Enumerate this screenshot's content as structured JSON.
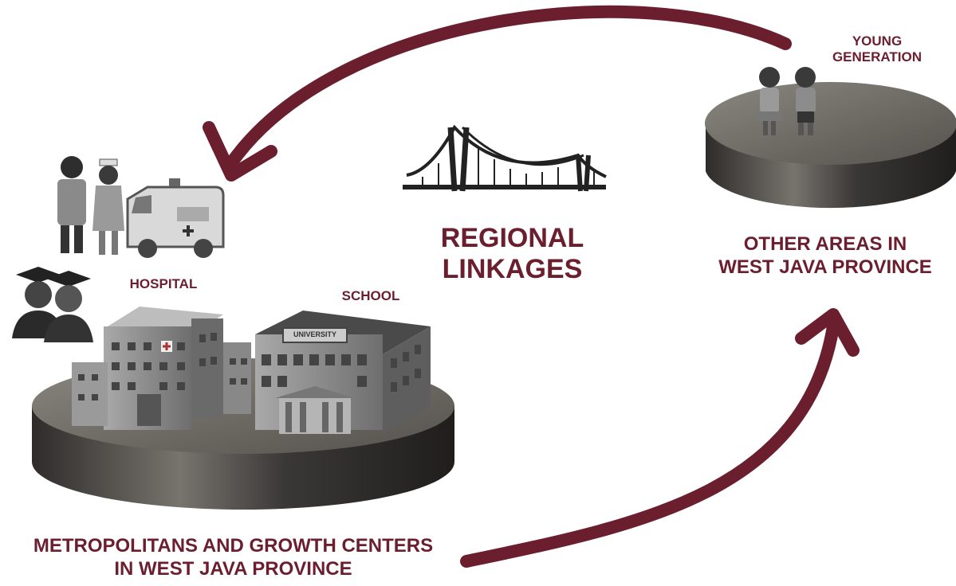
{
  "labels": {
    "young_generation_line1": "YOUNG",
    "young_generation_line2": "GENERATION",
    "other_areas_line1": "OTHER AREAS IN",
    "other_areas_line2": "WEST JAVA PROVINCE",
    "regional_linkages_line1": "REGIONAL",
    "regional_linkages_line2": "LINKAGES",
    "hospital": "HOSPITAL",
    "school": "SCHOOL",
    "metro_line1": "METROPOLITANS AND GROWTH CENTERS",
    "metro_line2": "IN WEST JAVA PROVINCE",
    "university_sign": "UNIVERSITY"
  },
  "colors": {
    "accent": "#6b1e2e",
    "platform_top": "#6f6c66",
    "platform_side": "#3a3835",
    "buildings": "#8a8a8a"
  },
  "icons": [
    "bridge-icon",
    "doctor-icon",
    "nurse-icon",
    "ambulance-icon",
    "graduates-icon",
    "hospital-building-icon",
    "university-building-icon",
    "children-icon"
  ]
}
